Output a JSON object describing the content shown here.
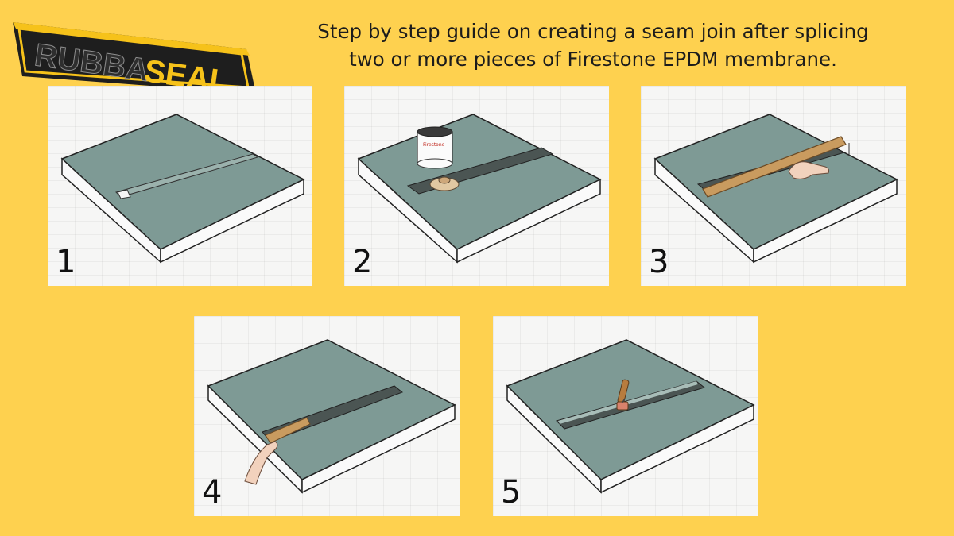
{
  "brand": {
    "logo_text_left": "RUBBA",
    "logo_text_right": "SEAL",
    "logo_color_accent": "#f6c21a",
    "logo_color_dark": "#1e1e1e"
  },
  "headline": {
    "line1": "Step by step guide on creating a seam join after splicing",
    "line2": "two or more pieces of Firestone EPDM membrane."
  },
  "can_label": "Firestone",
  "steps": [
    {
      "number": "1",
      "tools": []
    },
    {
      "number": "2",
      "tools": [
        "primer-can-icon",
        "scrub-pad-icon"
      ]
    },
    {
      "number": "3",
      "tools": [
        "wooden-batten-icon",
        "hand-icon"
      ]
    },
    {
      "number": "4",
      "tools": [
        "wooden-batten-icon",
        "hand-icon"
      ]
    },
    {
      "number": "5",
      "tools": [
        "seam-roller-icon"
      ]
    }
  ],
  "colors": {
    "background": "#fed14f",
    "membrane": "#7e9a95",
    "seam_tape": "#4b5553"
  }
}
